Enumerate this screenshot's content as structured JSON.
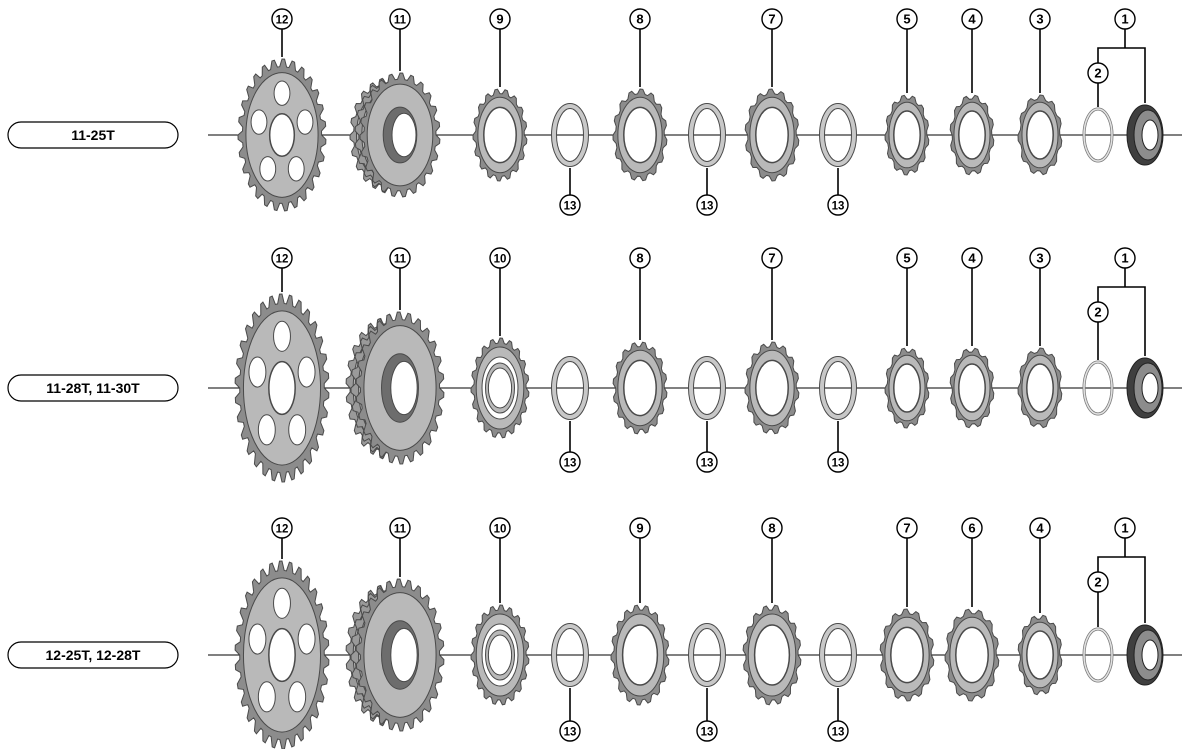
{
  "rows": [
    {
      "label": "11-25T",
      "parts": [
        {
          "kind": "sprocket",
          "callout": "12",
          "teeth": 27,
          "size": "xl",
          "carrier": true
        },
        {
          "kind": "block",
          "callout": "11",
          "teeth": 23,
          "size": "l"
        },
        {
          "kind": "sprocket",
          "callout": "9",
          "teeth": 17,
          "size": "m"
        },
        {
          "kind": "spacer",
          "callout": "13"
        },
        {
          "kind": "sprocket",
          "callout": "8",
          "teeth": 15,
          "size": "m"
        },
        {
          "kind": "spacer",
          "callout": "13"
        },
        {
          "kind": "sprocket",
          "callout": "7",
          "teeth": 14,
          "size": "m"
        },
        {
          "kind": "spacer",
          "callout": "13"
        },
        {
          "kind": "sprocket",
          "callout": "5",
          "teeth": 13,
          "size": "s"
        },
        {
          "kind": "sprocket",
          "callout": "4",
          "teeth": 12,
          "size": "s"
        },
        {
          "kind": "sprocket",
          "callout": "3",
          "teeth": 11,
          "size": "s"
        },
        {
          "kind": "lockring-group",
          "callout": "1",
          "sub": "2"
        }
      ]
    },
    {
      "label": "11-28T, 11-30T",
      "parts": [
        {
          "kind": "sprocket",
          "callout": "12",
          "teeth": 30,
          "size": "xxl",
          "carrier": true
        },
        {
          "kind": "block",
          "callout": "11",
          "teeth": 26,
          "size": "xl"
        },
        {
          "kind": "sprocket",
          "callout": "10",
          "teeth": 19,
          "size": "m+",
          "ring": true
        },
        {
          "kind": "spacer",
          "callout": "13"
        },
        {
          "kind": "sprocket",
          "callout": "8",
          "teeth": 16,
          "size": "m"
        },
        {
          "kind": "spacer",
          "callout": "13"
        },
        {
          "kind": "sprocket",
          "callout": "7",
          "teeth": 15,
          "size": "m"
        },
        {
          "kind": "spacer",
          "callout": "13"
        },
        {
          "kind": "sprocket",
          "callout": "5",
          "teeth": 13,
          "size": "s"
        },
        {
          "kind": "sprocket",
          "callout": "4",
          "teeth": 12,
          "size": "s"
        },
        {
          "kind": "sprocket",
          "callout": "3",
          "teeth": 11,
          "size": "s"
        },
        {
          "kind": "lockring-group",
          "callout": "1",
          "sub": "2"
        }
      ]
    },
    {
      "label": "12-25T, 12-28T",
      "parts": [
        {
          "kind": "sprocket",
          "callout": "12",
          "teeth": 30,
          "size": "xxl",
          "carrier": true
        },
        {
          "kind": "block",
          "callout": "11",
          "teeth": 26,
          "size": "xl"
        },
        {
          "kind": "sprocket",
          "callout": "10",
          "teeth": 19,
          "size": "m+",
          "ring": true
        },
        {
          "kind": "spacer",
          "callout": "13"
        },
        {
          "kind": "sprocket",
          "callout": "9",
          "teeth": 17,
          "size": "m+"
        },
        {
          "kind": "spacer",
          "callout": "13"
        },
        {
          "kind": "sprocket",
          "callout": "8",
          "teeth": 16,
          "size": "m+"
        },
        {
          "kind": "spacer",
          "callout": "13"
        },
        {
          "kind": "sprocket",
          "callout": "7",
          "teeth": 14,
          "size": "m"
        },
        {
          "kind": "sprocket",
          "callout": "6",
          "teeth": 13,
          "size": "m"
        },
        {
          "kind": "sprocket",
          "callout": "4",
          "teeth": 12,
          "size": "s"
        },
        {
          "kind": "lockring-group",
          "callout": "1",
          "sub": "2"
        }
      ]
    }
  ],
  "colors": {
    "metal_light": "#b9b9b9",
    "metal_mid": "#8c8c8c",
    "metal_dark": "#4a4a4a",
    "line": "#000000",
    "spacer": "#c8c8c8"
  }
}
